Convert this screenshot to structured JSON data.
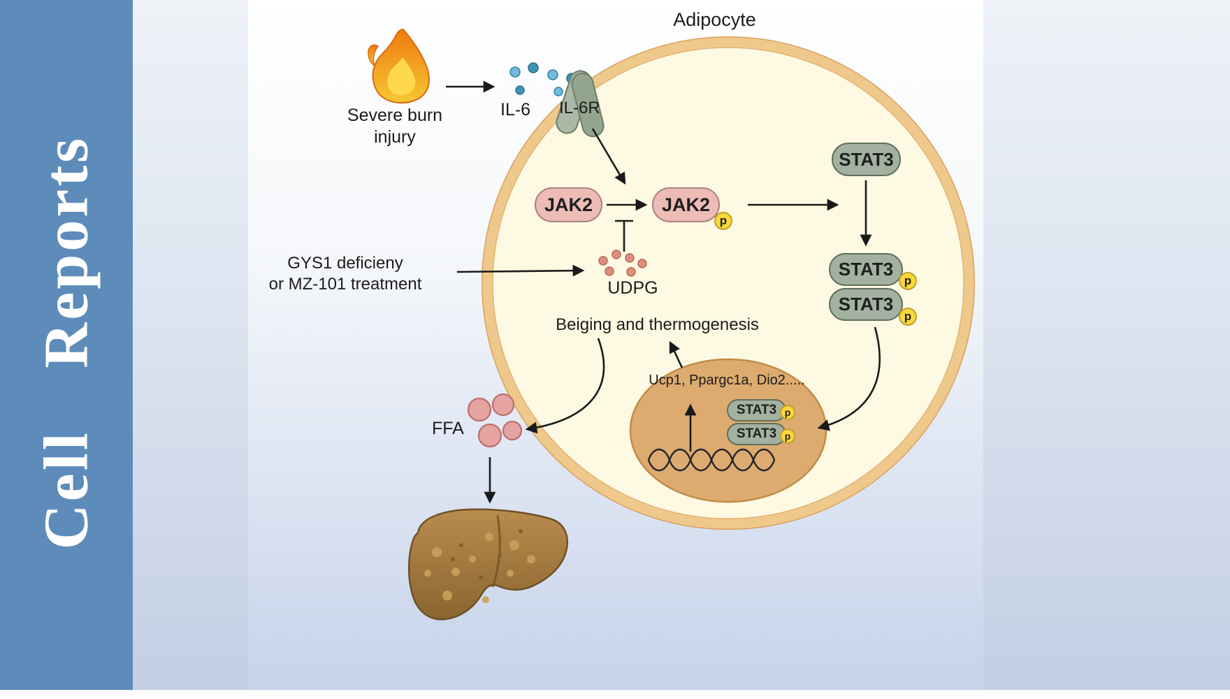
{
  "journal": {
    "name": "Cell Reports"
  },
  "figure": {
    "title": "Adipocyte",
    "stimulus": {
      "line1": "Severe burn",
      "line2": "injury"
    },
    "ligand": "IL-6",
    "receptor": "IL-6R",
    "kinase": "JAK2",
    "phospho": "p",
    "stat3": "STAT3",
    "intervention": {
      "line1": "GYS1 deficieny",
      "line2": "or MZ-101 treatment"
    },
    "metabolite": "UDPG",
    "outcome": "Beiging and thermogenesis",
    "genes": "Ucp1, Ppargc1a, Dio2.....",
    "ffa": "FFA"
  },
  "colors": {
    "sidebar_blue": "#5d8cba",
    "cell_fill": "#fdf9e2",
    "membrane": "#efc98b",
    "membrane_edge": "#d9a160",
    "nucleus_fill": "#ddab70",
    "jak2_fill": "#eebcb7",
    "stat3_fill": "#a3b1a0",
    "phospho_yellow": "#f8d83a",
    "il6_dot_light": "#6fbcdc",
    "il6_dot_dark": "#3f93b5",
    "udpg_dot": "#dd8f7e",
    "ffa_fill": "#e5a3a1",
    "flame_orange": "#ee7a11",
    "flame_yellow": "#ffd84d",
    "liver_brown": "#a87b3e",
    "arrow": "#1a1a1a"
  }
}
